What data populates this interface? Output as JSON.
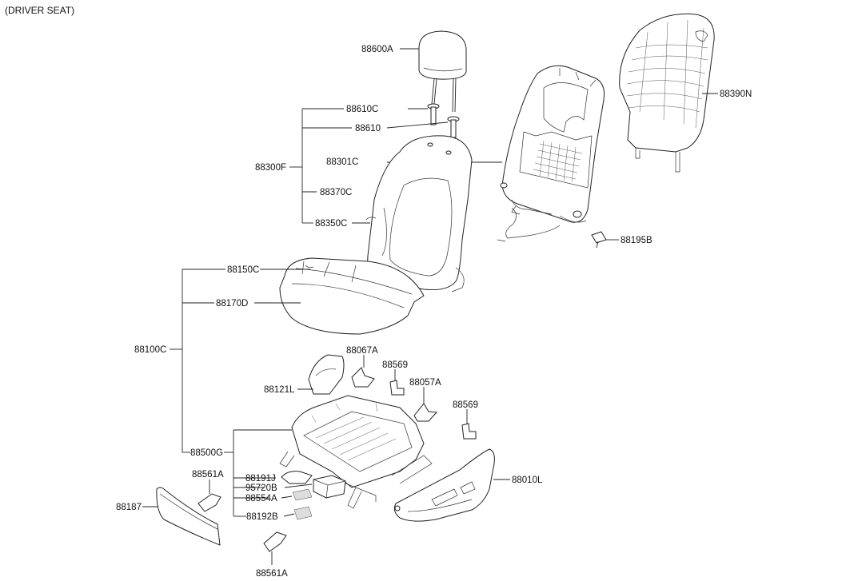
{
  "title": "(DRIVER SEAT)",
  "labels": {
    "l88600A": "88600A",
    "l88610C": "88610C",
    "l88610": "88610",
    "l88300F": "88300F",
    "l88301C": "88301C",
    "l88370C": "88370C",
    "l88350C": "88350C",
    "l88390N": "88390N",
    "l88195B": "88195B",
    "l88150C": "88150C",
    "l88170D": "88170D",
    "l88100C": "88100C",
    "l88067A": "88067A",
    "l88569a": "88569",
    "l88057A": "88057A",
    "l88121L": "88121L",
    "l88569b": "88569",
    "l88500G": "88500G",
    "l88010L": "88010L",
    "l88561Aa": "88561A",
    "l88191J": "88191J",
    "l95720B": "95720B",
    "l88554A": "88554A",
    "l88192B": "88192B",
    "l88187": "88187",
    "l88561Ab": "88561A"
  }
}
